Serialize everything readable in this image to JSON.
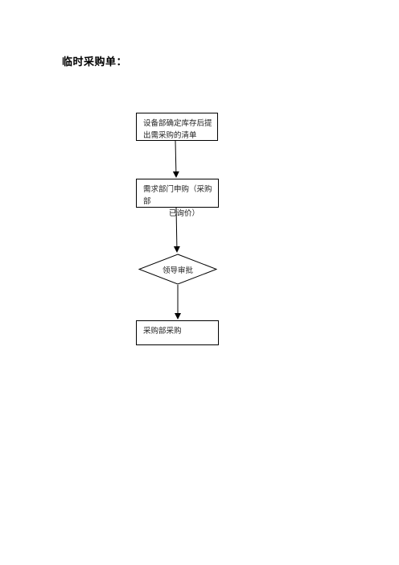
{
  "document": {
    "title": "临时采购单："
  },
  "flowchart": {
    "step1": "设备部确定库存后提出需采购的清单",
    "step2_line1": "需求部门申购（采购部",
    "step2_line2": "已询价）",
    "decision": "领导审批",
    "step3": "采购部采购"
  }
}
